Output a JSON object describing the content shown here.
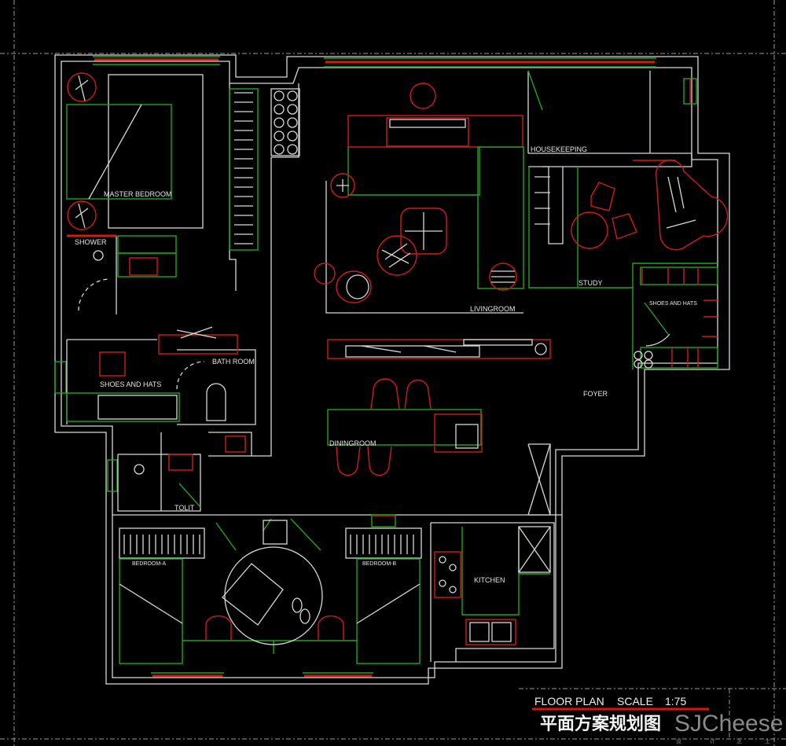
{
  "title_block": {
    "title_en": "FLOOR PLAN",
    "scale_label": "SCALE",
    "scale_value": "1:75",
    "title_cn": "平面方案规划图",
    "watermark": "SJCheese",
    "watermark_sub": [
      "设",
      "计",
      "芝",
      "士"
    ]
  },
  "rooms": {
    "master_bedroom": "MASTER BEDROOM",
    "shower": "SHOWER",
    "shoes_hats_left": "SHOES AND HATS",
    "bath_room": "BATH ROOM",
    "tolit": "TOLIT",
    "living_room": "LIVINGROOM",
    "housekeeping": "HOUSEKEEPING",
    "study": "STUDY",
    "shoes_hats_right": "SHOES AND HATS",
    "foyer": "FOYER",
    "dining_room": "DININGROOM",
    "kitchen": "KITCHEN",
    "bedroom_a": "BEDROOM-A",
    "bedroom_b": "BEDROOM-B"
  },
  "colors": {
    "wall": "#d8d8d8",
    "furniture_green": "#1fa51f",
    "furniture_red": "#d21a1a",
    "background": "#000000"
  }
}
